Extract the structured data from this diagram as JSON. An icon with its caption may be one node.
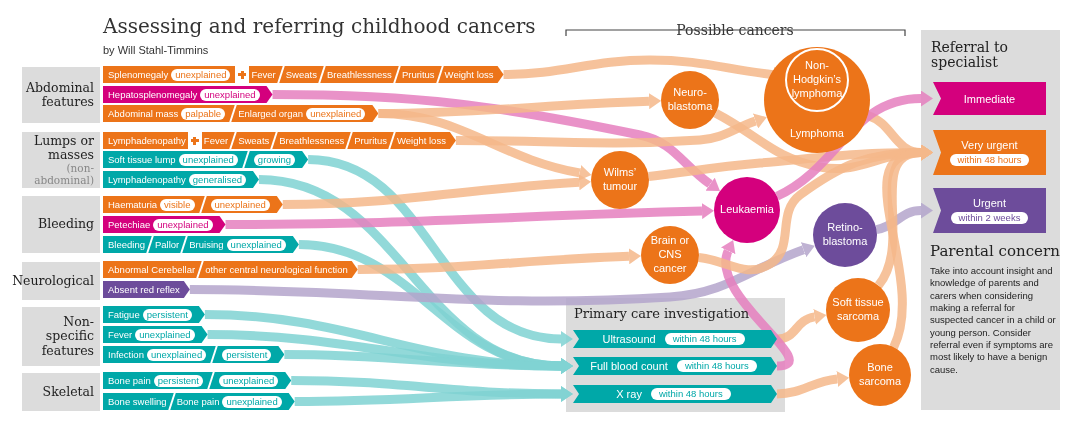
{
  "diagram": {
    "title": "Assessing and referring childhood cancers",
    "nodes": [
      {
        "text": [
          "Abdominal features"
        ]
      },
      {
        "text": [
          "Splenomegaly",
          "unexplained",
          "Fever",
          "Sweats",
          "Breathlessness",
          "Pruritus",
          "Weight loss"
        ]
      },
      {
        "text": [
          "Hepatosplenomegaly",
          "unexplained"
        ]
      },
      {
        "text": [
          "Abdominal mass",
          "palpable",
          "Enlarged organ",
          "unexplained"
        ]
      },
      {
        "text": [
          "Lumps or masses",
          "(non-abdominal)"
        ]
      },
      {
        "text": [
          "Lymphadenopathy",
          "Fever",
          "Sweats",
          "Breathlessness",
          "Pruritus",
          "Weight loss"
        ]
      },
      {
        "text": [
          "Soft tissue lump",
          "unexplained",
          "growing"
        ]
      },
      {
        "text": [
          "Lymphadenopathy",
          "generalised"
        ]
      },
      {
        "text": [
          "Bleeding"
        ]
      },
      {
        "text": [
          "Haematuria",
          "visible",
          "unexplained"
        ]
      },
      {
        "text": [
          "Petechiae",
          "unexplained"
        ]
      },
      {
        "text": [
          "Bleeding",
          "Pallor",
          "Bruising",
          "unexplained"
        ]
      },
      {
        "text": [
          "Neurological"
        ]
      },
      {
        "text": [
          "Abnormal Cerebellar",
          "other central neurological function"
        ]
      },
      {
        "text": [
          "Absent red reflex"
        ]
      },
      {
        "text": [
          "Non-specific features"
        ]
      },
      {
        "text": [
          "Fatigue",
          "persistent"
        ]
      },
      {
        "text": [
          "Fever",
          "unexplained"
        ]
      },
      {
        "text": [
          "Infection",
          "unexplained",
          "persistent"
        ]
      },
      {
        "text": [
          "Skeletal"
        ]
      },
      {
        "text": [
          "Bone pain",
          "persistent",
          "unexplained"
        ]
      },
      {
        "text": [
          "Bone swelling",
          "Bone pain",
          "unexplained"
        ]
      },
      {
        "text": [
          "Lymphoma"
        ]
      },
      {
        "text": [
          "Non-Hodgkin’s lymphoma"
        ],
        "in": 22
      },
      {
        "text": [
          "Neuro-blastoma"
        ]
      },
      {
        "text": [
          "Wilms’ tumour"
        ]
      },
      {
        "text": [
          "Leukaemia"
        ]
      },
      {
        "text": [
          "Brain or CNS cancer"
        ]
      },
      {
        "text": [
          "Retino-blastoma"
        ]
      },
      {
        "text": [
          "Soft tissue sarcoma"
        ]
      },
      {
        "text": [
          "Bone sarcoma"
        ]
      },
      {
        "text": [
          "Primary care investigation"
        ]
      },
      {
        "text": [
          "Ultrasound",
          "within 48 hours"
        ],
        "in": 31
      },
      {
        "text": [
          "Full blood count",
          "within 48 hours"
        ],
        "in": 31
      },
      {
        "text": [
          "X ray",
          "within 48 hours"
        ],
        "in": 31
      },
      {
        "text": [
          "Referral to specialist"
        ]
      },
      {
        "text": [
          "Immediate"
        ],
        "in": 35
      },
      {
        "text": [
          "Very urgent",
          "within 48 hours"
        ],
        "in": 35
      },
      {
        "text": [
          "Urgent",
          "within 2 weeks"
        ],
        "in": 35
      }
    ],
    "edges": [
      {
        "from": 1,
        "to": 23,
        "arrow": "to"
      },
      {
        "from": 2,
        "to": 26,
        "arrow": "to",
        "color": "#e680bf"
      },
      {
        "from": 3,
        "to": 24,
        "arrow": "to"
      },
      {
        "from": 3,
        "to": 25,
        "arrow": "to"
      },
      {
        "from": 5,
        "to": 22,
        "arrow": "to"
      },
      {
        "from": 6,
        "to": 32,
        "arrow": "to",
        "color": "#80d3d3"
      },
      {
        "from": 7,
        "to": 33,
        "arrow": "to",
        "color": "#80d3d3"
      },
      {
        "from": 9,
        "to": 25,
        "arrow": "to"
      },
      {
        "from": 10,
        "to": 26,
        "arrow": "to",
        "color": "#e680bf"
      },
      {
        "from": 11,
        "to": 33,
        "arrow": "to",
        "color": "#80d3d3"
      },
      {
        "from": 13,
        "to": 27,
        "arrow": "to"
      },
      {
        "from": 14,
        "to": 28,
        "arrow": "to",
        "color": "#b4a5cc"
      },
      {
        "from": 16,
        "to": 33,
        "arrow": "to",
        "color": "#80d3d3"
      },
      {
        "from": 17,
        "to": 33,
        "arrow": "to",
        "color": "#80d3d3"
      },
      {
        "from": 18,
        "to": 33,
        "arrow": "to",
        "color": "#80d3d3"
      },
      {
        "from": 20,
        "to": 34,
        "arrow": "to",
        "color": "#80d3d3"
      },
      {
        "from": 21,
        "to": 34,
        "arrow": "to",
        "color": "#80d3d3"
      },
      {
        "from": 32,
        "to": 29,
        "arrow": "to"
      },
      {
        "from": 33,
        "to": 26,
        "arrow": "to",
        "color": "#e680bf"
      },
      {
        "from": 34,
        "to": 30,
        "arrow": "to"
      },
      {
        "from": 22,
        "to": 37,
        "arrow": "to"
      },
      {
        "from": 24,
        "to": 37,
        "arrow": "to"
      },
      {
        "from": 25,
        "to": 37,
        "arrow": "to"
      },
      {
        "from": 26,
        "to": 36,
        "arrow": "to",
        "color": "#e680bf"
      },
      {
        "from": 27,
        "to": 37,
        "arrow": "to"
      },
      {
        "from": 28,
        "to": 38,
        "arrow": "to",
        "color": "#b4a5cc"
      },
      {
        "from": 29,
        "to": 37,
        "arrow": "to"
      },
      {
        "from": 30,
        "to": 37,
        "arrow": "to"
      }
    ],
    "labels": [
      "by Will Stahl-Timmins",
      "Possible cancers",
      "Parental concern",
      "Take into account insight and knowledge of parents and carers when considering making a referral for suspected cancer in a child or young person. Consider referral even if symptoms are most likely to have a benign cause."
    ]
  }
}
